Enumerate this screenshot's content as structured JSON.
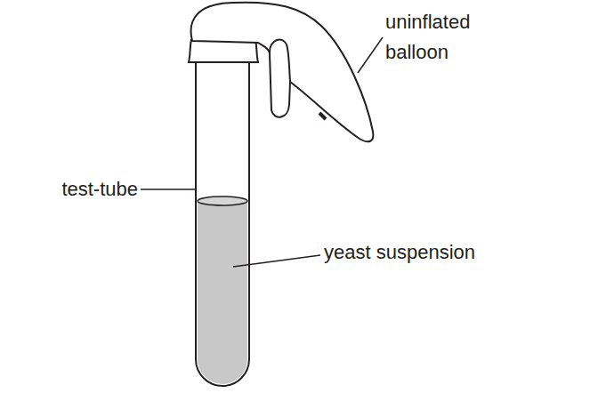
{
  "diagram": {
    "labels": [
      "uninflated balloon",
      "test-tube",
      "yeast suspension"
    ]
  }
}
